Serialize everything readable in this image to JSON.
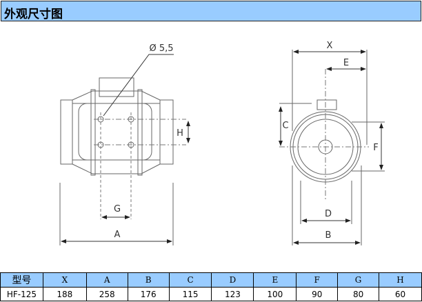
{
  "title": "外观尺寸图",
  "labels": {
    "hole": "Ø 5,5",
    "A": "A",
    "G": "G",
    "H": "H",
    "X": "X",
    "E": "E",
    "C": "C",
    "F": "F",
    "D": "D",
    "B": "B"
  },
  "table": {
    "headers": [
      "型号",
      "X",
      "A",
      "B",
      "C",
      "D",
      "E",
      "F",
      "G",
      "H"
    ],
    "rows": [
      [
        "HF-125",
        "188",
        "258",
        "176",
        "115",
        "123",
        "100",
        "90",
        "80",
        "60"
      ]
    ]
  }
}
